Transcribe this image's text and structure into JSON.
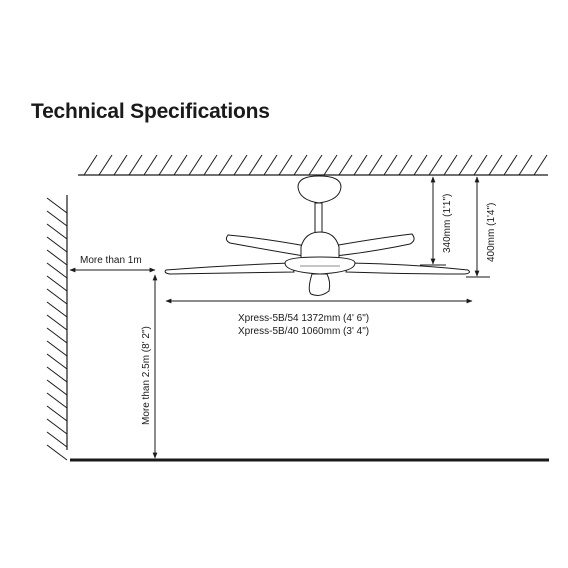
{
  "title": "Technical Specifications",
  "labels": {
    "wall_clearance": "More than 1m",
    "floor_clearance": "More than 2.5m (8' 2\")",
    "drop_short": "340mm (1'1\")",
    "drop_long": "400mm (1'4\")",
    "span_54": "Xpress-5B/54  1372mm (4' 6\")",
    "span_40": "Xpress-5B/40  1060mm (3' 4\")"
  },
  "colors": {
    "line": "#1a1a1a",
    "fan_fill": "#ffffff"
  }
}
